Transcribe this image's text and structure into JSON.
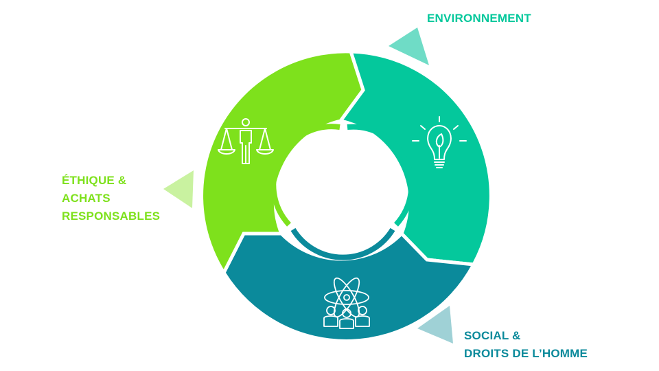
{
  "colors": {
    "ethics": "#7ee11c",
    "environment": "#04c89c",
    "social": "#0b8a9b",
    "ethics_arrow": "#c9f2a0",
    "environment_arrow": "#6fdcc6",
    "social_arrow": "#9fd1d6",
    "icon_stroke": "#ffffff"
  },
  "segments": [
    {
      "key": "environment",
      "icon": "lightbulb-leaf-icon"
    },
    {
      "key": "social",
      "icon": "people-network-icon"
    },
    {
      "key": "ethics",
      "icon": "scales-justice-icon"
    }
  ],
  "labels": {
    "environment": [
      "ENVIRONNEMENT"
    ],
    "ethics": [
      "ÉTHIQUE &",
      "ACHATS",
      "RESPONSABLES"
    ],
    "social": [
      "SOCIAL &",
      "DROITS DE L’HOMME"
    ]
  }
}
